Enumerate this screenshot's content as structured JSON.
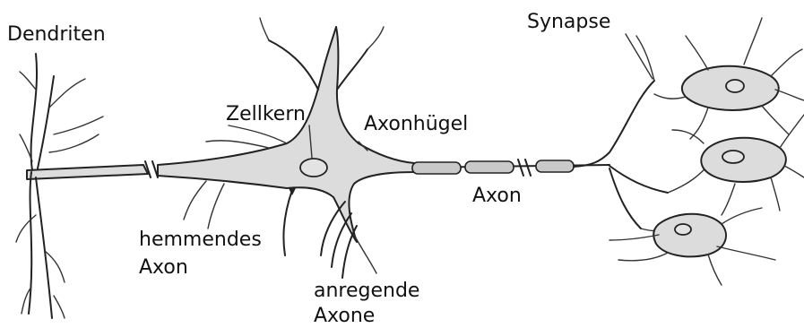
{
  "labels": {
    "dendriten": "Dendriten",
    "synapse": "Synapse",
    "zellkern": "Zellkern",
    "axonhuegel": "Axonhügel",
    "axon": "Axon",
    "hemmendes_axon_line1": "hemmendes",
    "hemmendes_axon_line2": "Axon",
    "anregende_axone_line1": "anregende",
    "anregende_axone_line2": "Axone"
  },
  "colors": {
    "stroke": "#222222",
    "cell_fill": "#dcdcdc",
    "background": "#ffffff"
  }
}
